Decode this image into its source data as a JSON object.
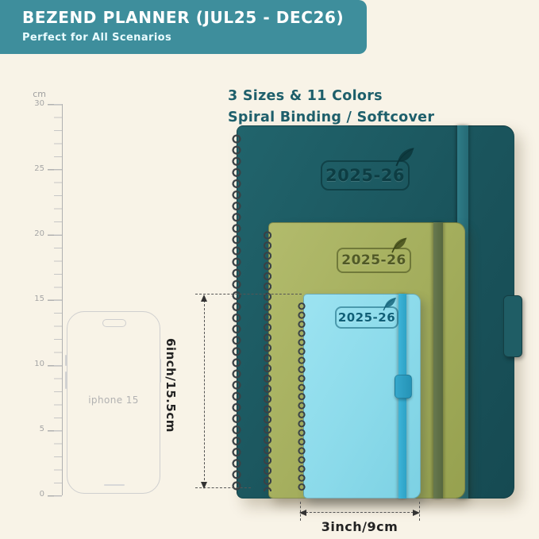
{
  "banner": {
    "title": "BEZEND PLANNER (JUL25 - DEC26)",
    "subtitle": "Perfect for All Scenarios"
  },
  "tagline": {
    "line1": "3 Sizes & 11 Colors",
    "line2": "Spiral Binding / Softcover"
  },
  "ruler": {
    "unit": "cm",
    "labels": [
      "30",
      "25",
      "20",
      "15",
      "10",
      "5",
      "0"
    ]
  },
  "phone": {
    "label": "iphone 15"
  },
  "notebooks": [
    {
      "size": "large",
      "year": "2025-26",
      "cover_color": "#1a545c",
      "band_color": "#2a737e"
    },
    {
      "size": "medium",
      "year": "2025-26",
      "cover_color": "#a3ad5c",
      "band_color": "#5f7050"
    },
    {
      "size": "small",
      "year": "2025-26",
      "cover_color": "#8bdaea",
      "band_color": "#35aed3"
    }
  ],
  "dimensions": {
    "height": "6inch/15.5cm",
    "width": "3inch/9cm"
  },
  "colors": {
    "banner": "#3e8e9c",
    "background": "#f8f3e7",
    "tagline_text": "#1e5f6b"
  }
}
